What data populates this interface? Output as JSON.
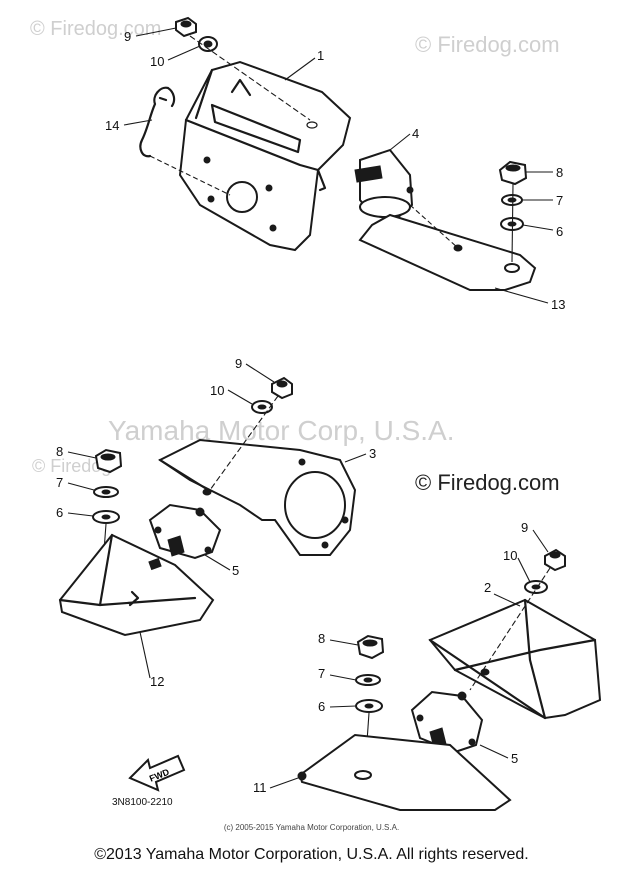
{
  "watermarks": {
    "firedog_top_left": "© Firedog.com",
    "firedog_top_right": "© Firedog.com",
    "yamaha_center": "Yamaha Motor Corp, U.S.A.",
    "firedog_mid_right": "© Firedog.com",
    "firedog_mid_left": "© Firedog"
  },
  "callouts": {
    "c1": "1",
    "c2": "2",
    "c3": "3",
    "c4": "4",
    "c5a": "5",
    "c5b": "5",
    "c6a": "6",
    "c6b": "6",
    "c6c": "6",
    "c7a": "7",
    "c7b": "7",
    "c7c": "7",
    "c8a": "8",
    "c8b": "8",
    "c8c": "8",
    "c9a": "9",
    "c9b": "9",
    "c9c": "9",
    "c10a": "10",
    "c10b": "10",
    "c10c": "10",
    "c11": "11",
    "c12": "12",
    "c13": "13",
    "c14": "14"
  },
  "fwd_label": "FWD",
  "diagram_code": "3N8100-2210",
  "copyright_small": "(c) 2005-2015 Yamaha Motor Corporation, U.S.A.",
  "copyright_main": "©2013 Yamaha Motor Corporation, U.S.A. All rights reserved."
}
